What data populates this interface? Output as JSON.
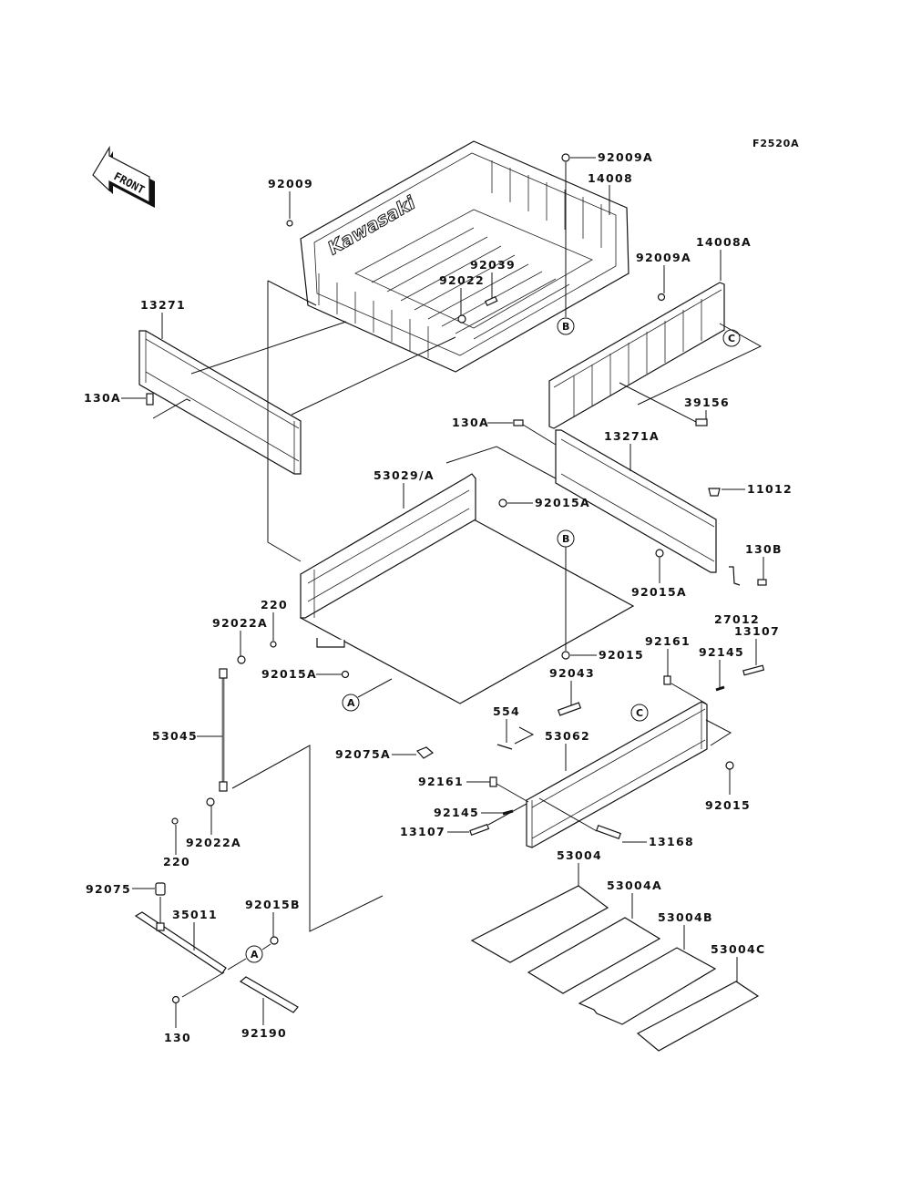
{
  "diagram": {
    "figure_code": "F2520A",
    "direction_indicator": "FRONT",
    "brand_text": "Kawasaki",
    "ref_markers": {
      "A": "A",
      "B": "B",
      "C": "C"
    },
    "labels": {
      "p92009": "92009",
      "p92009A_top": "92009A",
      "p14008": "14008",
      "p14008A": "14008A",
      "p92009A_right": "92009A",
      "p92039": "92039",
      "p92022": "92022",
      "p13271": "13271",
      "p130A_left": "130A",
      "p39156": "39156",
      "p130A_right": "130A",
      "p13271A": "13271A",
      "p53029A": "53029/A",
      "p92015A_top": "92015A",
      "p11012": "11012",
      "p130B": "130B",
      "p92015A_right": "92015A",
      "p220_top": "220",
      "p92022A_top": "92022A",
      "p92015A_left": "92015A",
      "p92015_mid": "92015",
      "p92043": "92043",
      "p27012": "27012",
      "p13107_right": "13107",
      "p92161_right": "92161",
      "p92145_right": "92145",
      "p554": "554",
      "p53045": "53045",
      "p92075A": "92075A",
      "p53062": "53062",
      "p92161_left": "92161",
      "p92015_right": "92015",
      "p92145_left": "92145",
      "p13107_left": "13107",
      "p13168": "13168",
      "p220_bottom": "220",
      "p92022A_bottom": "92022A",
      "p53004": "53004",
      "p53004A": "53004A",
      "p53004B": "53004B",
      "p53004C": "53004C",
      "p92075": "92075",
      "p35011": "35011",
      "p92015B": "92015B",
      "p130": "130",
      "p92190": "92190"
    }
  }
}
